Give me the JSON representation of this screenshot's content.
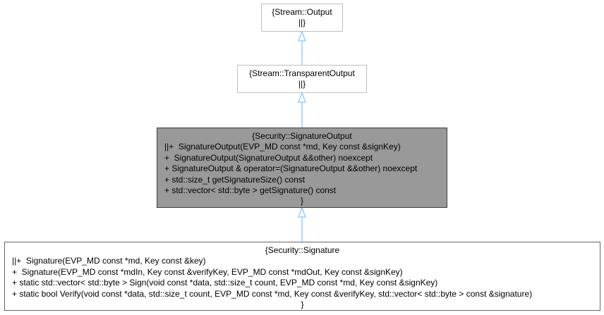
{
  "diagram": {
    "nodes": [
      {
        "id": "stream-output",
        "title": "{Stream::Output",
        "members": [],
        "closing": "||}",
        "highlighted": false
      },
      {
        "id": "stream-transparent-output",
        "title": "{Stream::TransparentOutput",
        "members": [],
        "closing": "||}",
        "highlighted": false
      },
      {
        "id": "security-signature-output",
        "title": "{Security::SignatureOutput",
        "members": [
          "||+  SignatureOutput(EVP_MD const *md, Key const &signKey)",
          "+  SignatureOutput(SignatureOutput &&other) noexcept",
          "+ SignatureOutput & operator=(SignatureOutput &&other) noexcept",
          "+ std::size_t getSignatureSize() const",
          "+ std::vector< std::byte > getSignature() const"
        ],
        "closing": "}",
        "highlighted": true
      },
      {
        "id": "security-signature",
        "title": "{Security::Signature",
        "members": [
          "||+  Signature(EVP_MD const *md, Key const &key)",
          "+  Signature(EVP_MD const *mdIn, Key const &verifyKey, EVP_MD const *mdOut, Key const &signKey)",
          "+ static std::vector< std::byte > Sign(void const *data, std::size_t count, EVP_MD const *md, Key const &signKey)",
          "+ static bool Verify(void const *data, std::size_t count, EVP_MD const *md, Key const &verifyKey, std::vector< std::byte > const &signature)"
        ],
        "closing": "}",
        "highlighted": false
      }
    ],
    "edges": [
      {
        "from": "stream-transparent-output",
        "to": "stream-output",
        "type": "inheritance"
      },
      {
        "from": "security-signature-output",
        "to": "stream-transparent-output",
        "type": "inheritance"
      },
      {
        "from": "security-signature",
        "to": "security-signature-output",
        "type": "inheritance"
      }
    ],
    "colors": {
      "border_default": "#bfbfbf",
      "border_highlight": "#404040",
      "fill_highlight": "#999999",
      "fill_default": "#ffffff",
      "border_bottom_node": "#666666",
      "edge": "#63b8ff"
    }
  }
}
